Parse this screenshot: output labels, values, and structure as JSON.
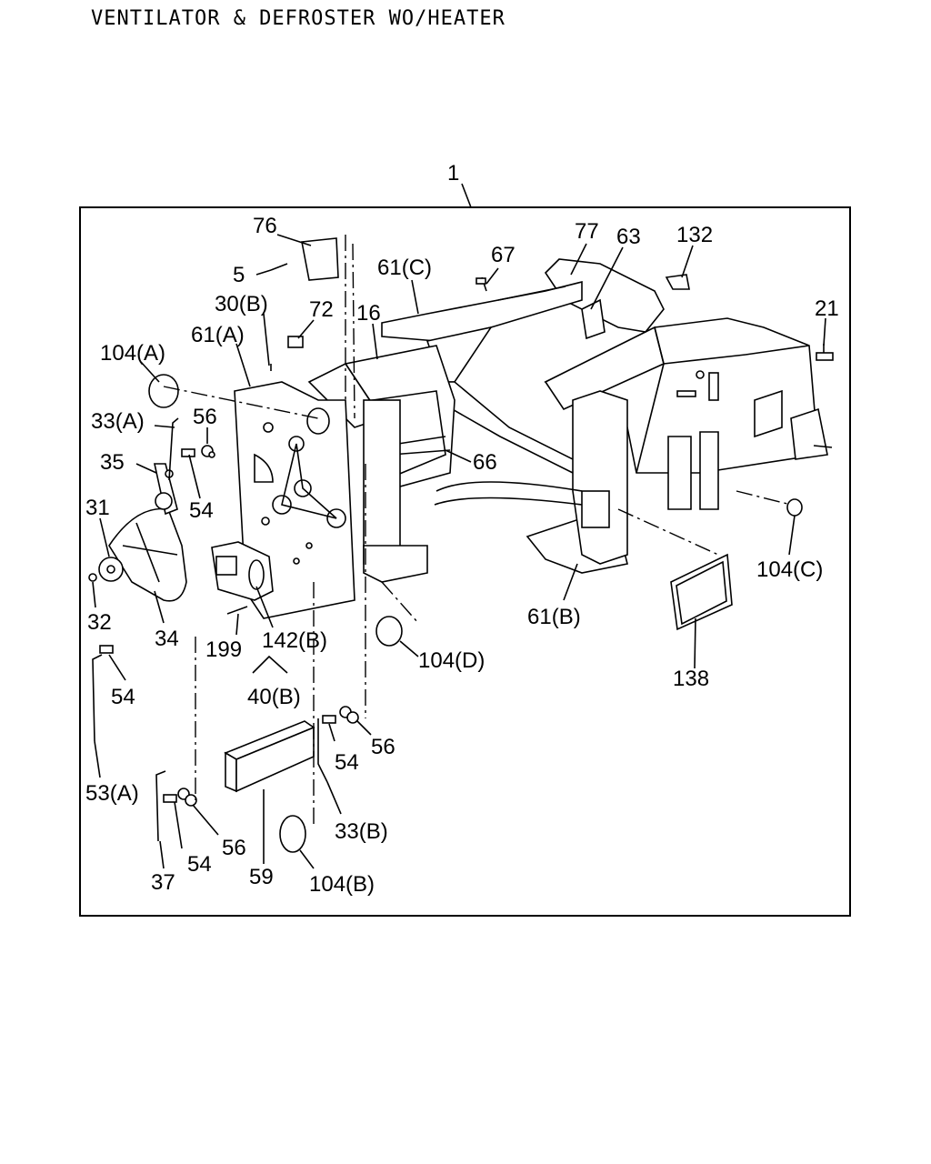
{
  "title": "VENTILATOR & DEFROSTER WO/HEATER",
  "assembly_number": "1",
  "callouts": {
    "c76": "76",
    "c5": "5",
    "c30b": "30(B)",
    "c72": "72",
    "c16": "16",
    "c61c": "61(C)",
    "c67": "67",
    "c77": "77",
    "c63": "63",
    "c132": "132",
    "c21": "21",
    "c61a": "61(A)",
    "c104a": "104(A)",
    "c33a": "33(A)",
    "c56a": "56",
    "c35": "35",
    "c54a": "54",
    "c66": "66",
    "c31": "31",
    "c32": "32",
    "c34": "34",
    "c199": "199",
    "c142b": "142(B)",
    "c104d": "104(D)",
    "c61b": "61(B)",
    "c104c": "104(C)",
    "c138": "138",
    "c54b": "54",
    "c40b": "40(B)",
    "c54c": "54",
    "c56b": "56",
    "c53a": "53(A)",
    "c33b": "33(B)",
    "c56c": "56",
    "c54d": "54",
    "c37": "37",
    "c59": "59",
    "c104b": "104(B)"
  }
}
